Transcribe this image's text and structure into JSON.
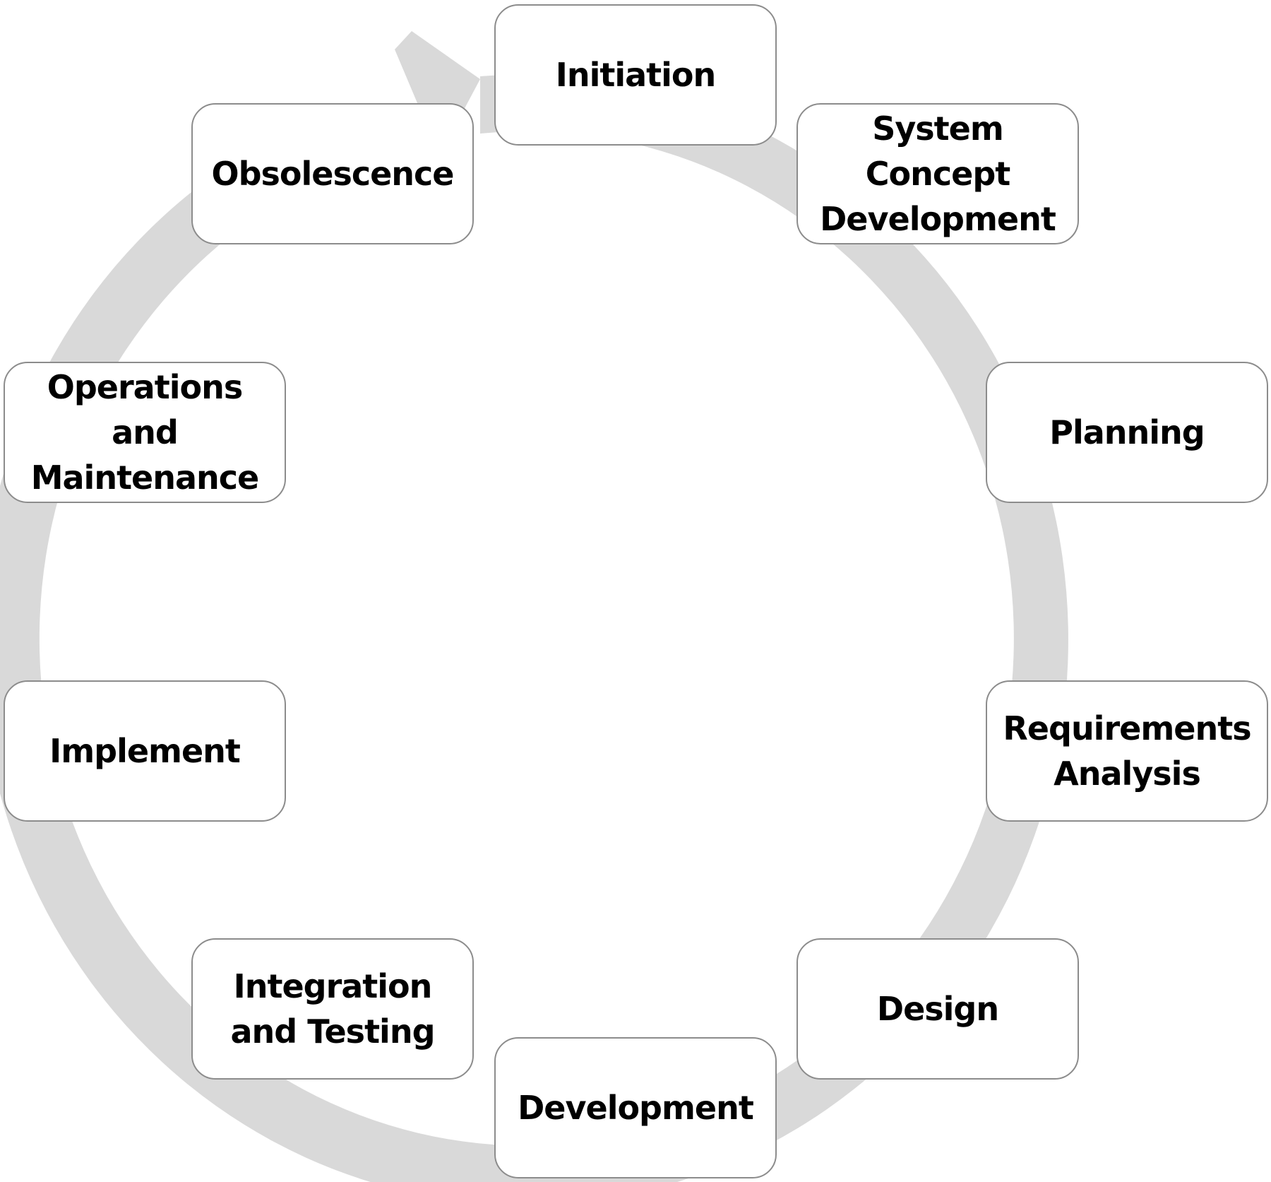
{
  "diagram": {
    "ring_color": "#d9d9d9",
    "box_border_color": "#8c8c8c",
    "stages": [
      {
        "label": "Initiation"
      },
      {
        "label": "System Concept Development"
      },
      {
        "label": "Planning"
      },
      {
        "label": "Requirements Analysis"
      },
      {
        "label": "Design"
      },
      {
        "label": "Development"
      },
      {
        "label": "Integration and Testing"
      },
      {
        "label": "Implement"
      },
      {
        "label": "Operations and Maintenance"
      },
      {
        "label": "Obsolescence"
      }
    ]
  }
}
